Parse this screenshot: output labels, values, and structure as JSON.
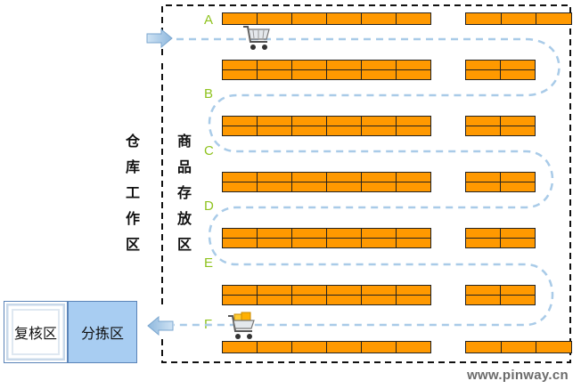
{
  "labels": {
    "warehouse_zone": "仓库工作区",
    "storage_zone": "商品存放区",
    "review_zone": "复核区",
    "sorting_zone": "分拣区"
  },
  "aisles": [
    "A",
    "B",
    "C",
    "D",
    "E",
    "F"
  ],
  "watermark": "www.pinway.cn",
  "colors": {
    "shelf": "#ff9900",
    "path": "#a9cbe8",
    "aisle_label": "#8fc31f",
    "sorting_zone": "#a8cdf2"
  },
  "icons": {
    "entry": "arrow-right-icon",
    "exit": "arrow-left-icon",
    "cart_start": "cart-icon",
    "cart_end": "loaded-cart-icon"
  }
}
